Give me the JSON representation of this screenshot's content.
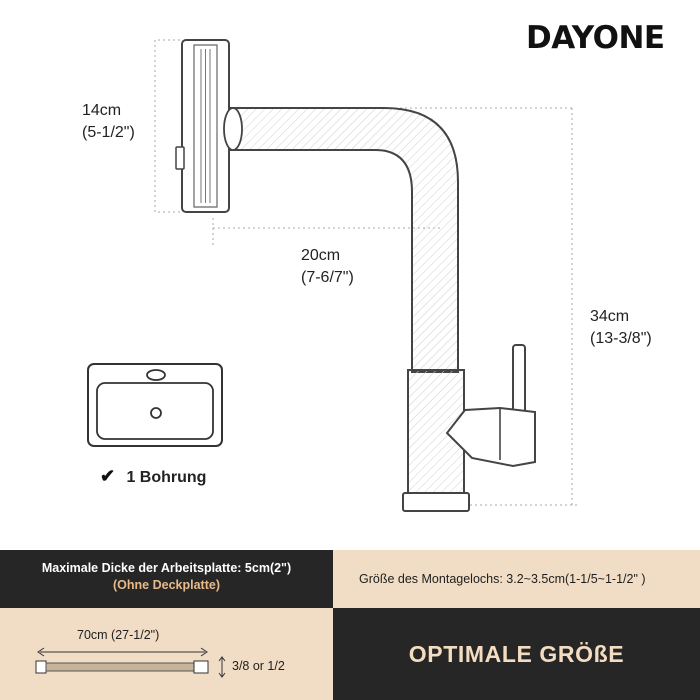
{
  "brand": {
    "logo_text": "DAYONE"
  },
  "dimensions": {
    "height_spout": {
      "metric": "14cm",
      "imperial": "(5-1/2\")"
    },
    "reach": {
      "metric": "20cm",
      "imperial": "(7-6/7\")"
    },
    "total_height": {
      "metric": "34cm",
      "imperial": "(13-3/8\")"
    }
  },
  "sink": {
    "label": "1 Bohrung",
    "check_icon": "checkmark-icon"
  },
  "specs": {
    "worktop_thickness": "Maximale Dicke der Arbeitsplatte: 5cm(2\")",
    "worktop_note": "(Ohne Deckplatte)",
    "mounting_hole": "Größe des Montagelochs:  3.2~3.5cm(1-1/5~1-1/2\" )",
    "hose_length": "70cm (27-1/2\")",
    "hose_thread": "3/8 or 1/2",
    "banner": "OPTIMALE GRÖßE"
  },
  "colors": {
    "dark": "#262626",
    "tan": "#f1ddc5",
    "accent": "#e8ba8a"
  }
}
